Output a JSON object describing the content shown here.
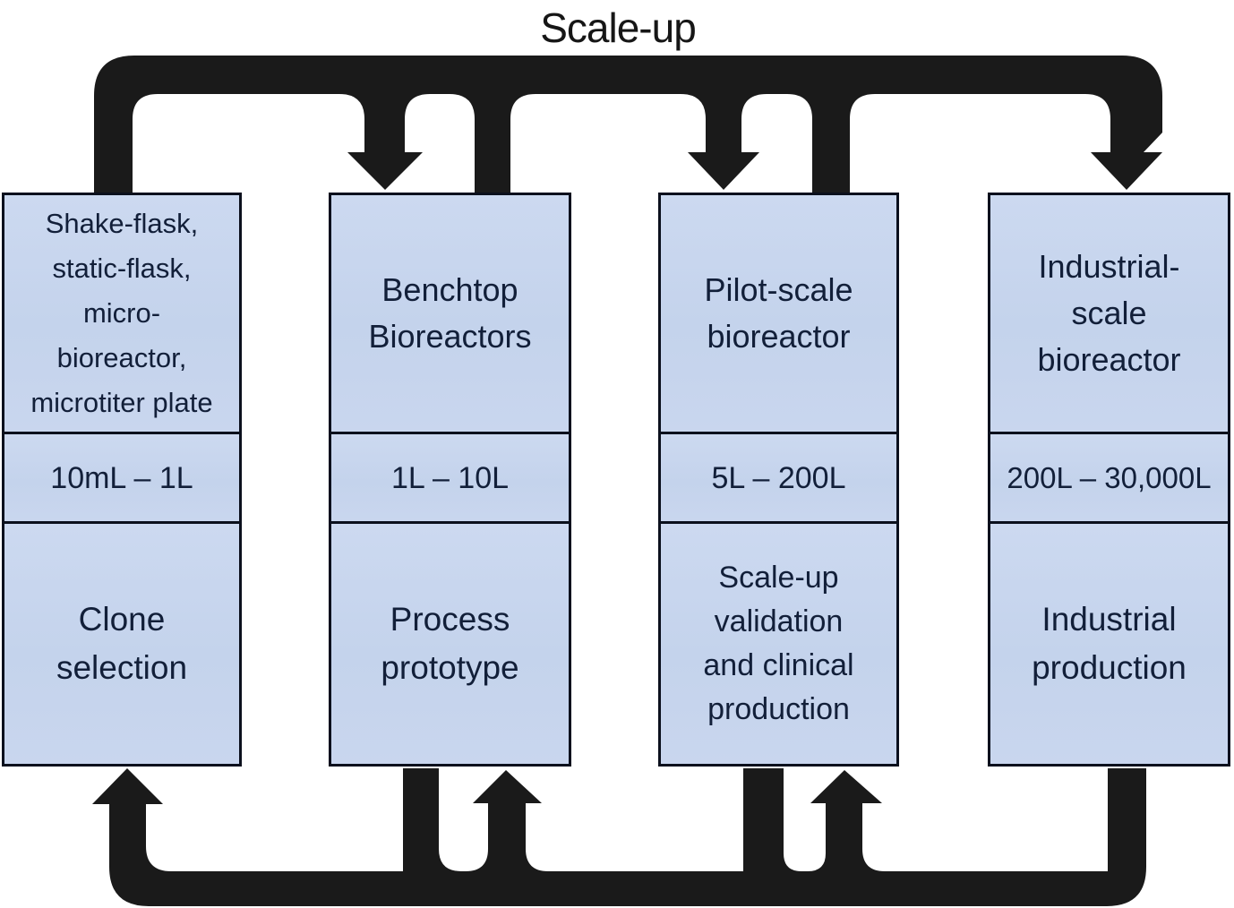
{
  "title": "Scale-up",
  "colors": {
    "arrow_ink": "#1a1a1a",
    "box_fill": "#c6d4ec",
    "box_border": "#0b101d",
    "text": "#121f39",
    "background": "#ffffff"
  },
  "columns": [
    {
      "equipment": "Shake-flask,\nstatic-flask,\nmicro-\nbioreactor,\nmicrotiter plate",
      "volume": "10mL – 1L",
      "purpose": "Clone\nselection"
    },
    {
      "equipment": "Benchtop\nBioreactors",
      "volume": "1L – 10L",
      "purpose": "Process\nprototype"
    },
    {
      "equipment": "Pilot-scale\nbioreactor",
      "volume": "5L – 200L",
      "purpose": "Scale-up\nvalidation\nand clinical\nproduction"
    },
    {
      "equipment": "Industrial-\nscale\nbioreactor",
      "volume": "200L – 30,000L",
      "purpose": "Industrial\nproduction"
    }
  ],
  "icons": {
    "top_arrow_network": "scale-up-flow-arrows-down",
    "bottom_arrow_network": "feedback-flow-arrows-up"
  }
}
